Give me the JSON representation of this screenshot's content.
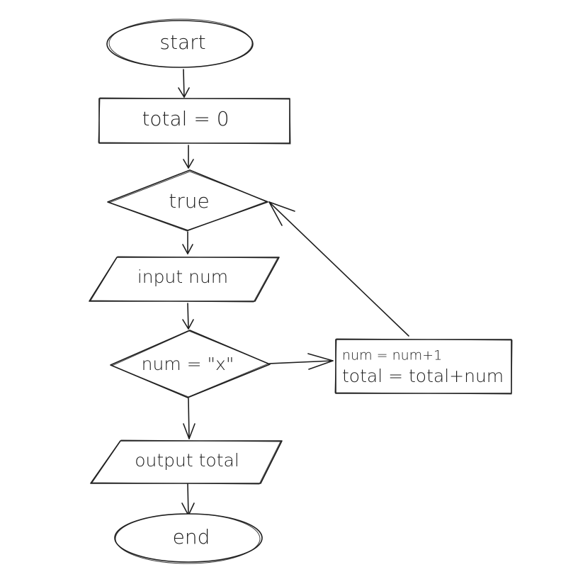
{
  "diagram": {
    "nodes": {
      "start": {
        "label": "start"
      },
      "init": {
        "label": "total = 0"
      },
      "loop": {
        "label": "true"
      },
      "input": {
        "label": "input num"
      },
      "check": {
        "label": "num = \"x\""
      },
      "update": {
        "lines": [
          "num = num+1",
          "total = total+num"
        ]
      },
      "output": {
        "label": "output total"
      },
      "end": {
        "label": "end"
      }
    },
    "edges": [
      {
        "from": "start",
        "to": "init"
      },
      {
        "from": "init",
        "to": "loop"
      },
      {
        "from": "loop",
        "to": "input"
      },
      {
        "from": "input",
        "to": "check"
      },
      {
        "from": "check",
        "to": "update"
      },
      {
        "from": "update",
        "to": "loop"
      },
      {
        "from": "check",
        "to": "output"
      },
      {
        "from": "output",
        "to": "end"
      }
    ]
  }
}
